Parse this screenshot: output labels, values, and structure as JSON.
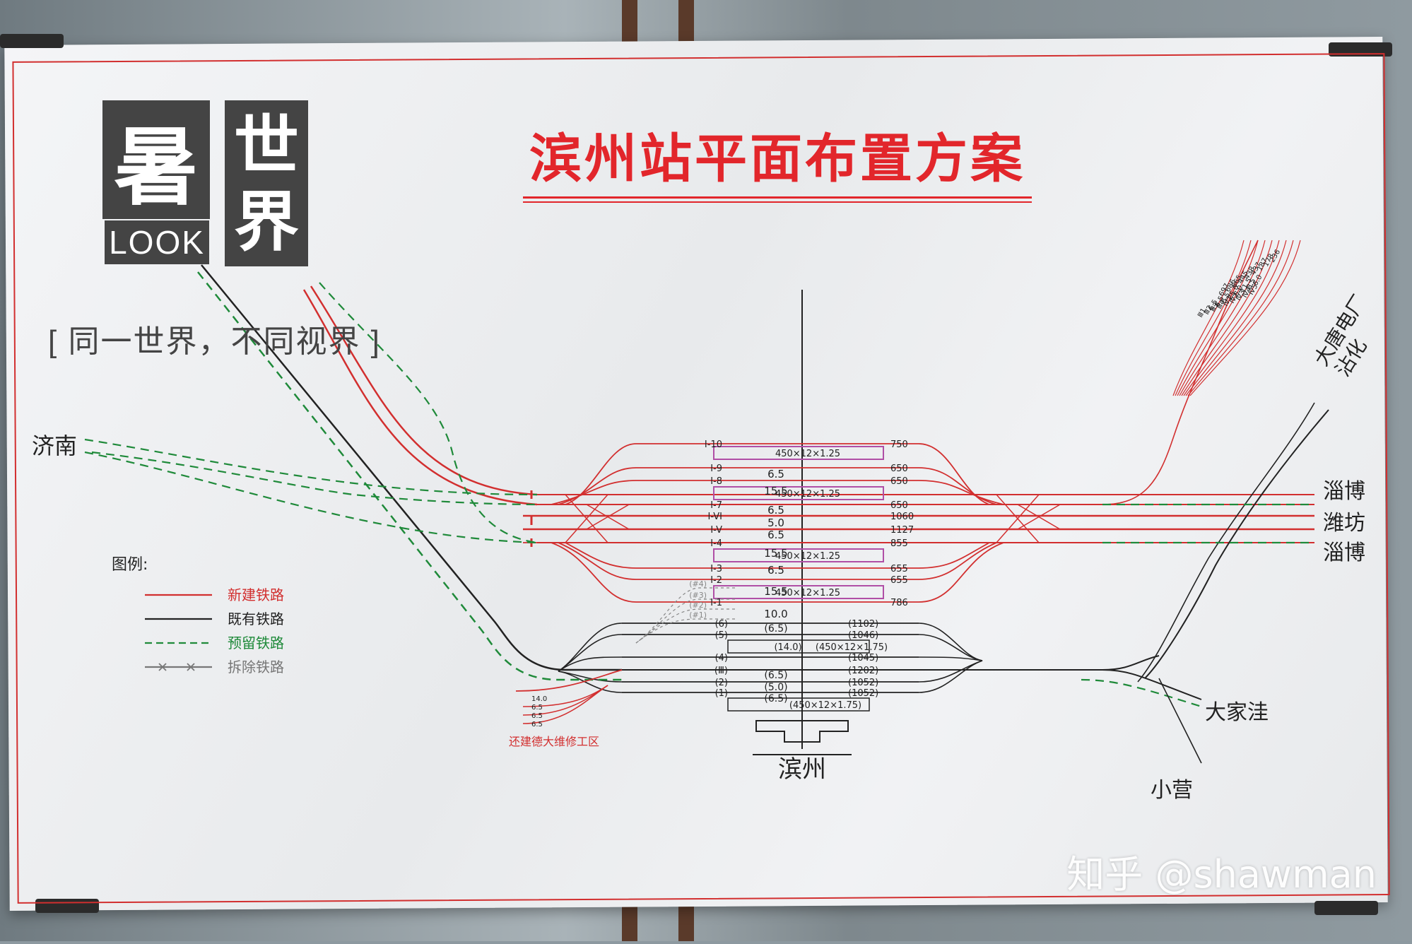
{
  "title": "滨州站平面布置方案",
  "logo": {
    "char_main": "暑",
    "char_world_1": "世",
    "char_world_2": "界",
    "look": "LOOK"
  },
  "slogan": "[ 同一世界，不同视界 ]",
  "watermark": "知乎 @shawman",
  "station_label": "滨州",
  "places": {
    "jinan": "济南",
    "zibo_top": "淄博",
    "weifang": "潍坊",
    "zibo_bottom": "淄博",
    "datang": "大唐电厂",
    "zhanhua": "沾化",
    "dajiawa": "大家洼",
    "xiaoying": "小营"
  },
  "legend": {
    "title": "图例:",
    "items": [
      {
        "label": "新建铁路",
        "color": "#d22f2f",
        "style": "solid"
      },
      {
        "label": "既有铁路",
        "color": "#222222",
        "style": "solid"
      },
      {
        "label": "预留铁路",
        "color": "#1f8a3a",
        "style": "dashed"
      },
      {
        "label": "拆除铁路",
        "color": "#777777",
        "style": "cross"
      }
    ]
  },
  "depot_label": "还建德大维修工区",
  "new_tracks": [
    "I-10",
    "I-9",
    "I-8",
    "I-7",
    "I-VI",
    "I-V",
    "I-4",
    "I-3",
    "I-2",
    "I-1"
  ],
  "new_spacings": [
    "6.5",
    "15.5",
    "6.5",
    "5.0",
    "6.5",
    "15.5",
    "6.5",
    "15.5",
    "10.0"
  ],
  "new_platforms": [
    "450×12×1.25",
    "450×12×1.25",
    "450×12×1.25",
    "450×12×1.25"
  ],
  "new_lengths": [
    "750",
    "650",
    "650",
    "650",
    "1060",
    "1127",
    "855",
    "655",
    "655",
    "786"
  ],
  "old_tracks": [
    "(6)",
    "(5)",
    "(4)",
    "(Ⅲ)",
    "(2)",
    "(1)"
  ],
  "old_spacings": [
    "(6.5)",
    "(14.0)",
    "(6.5)",
    "(5.0)",
    "(6.5)"
  ],
  "old_platforms": [
    "(450×12×1.75)",
    "(450×12×1.75)"
  ],
  "old_lengths": [
    "(1102)",
    "(1046)",
    "(1045)",
    "(1202)",
    "(1052)",
    "(1052)"
  ],
  "removed_tracks": [
    "(#4)",
    "(#3)",
    "(#2)",
    "(#1)"
  ],
  "branch_codes": [
    "Ⅲ1",
    "Ⅲ2",
    "Ⅲ3",
    "Ⅲ4",
    "Ⅳ1",
    "Ⅳ2",
    "Ⅳ3",
    "Ⅳ4",
    "Ⅳ5"
  ],
  "branch_spacings": [
    "6.5",
    "6.5",
    "6.5",
    "25.0",
    "6.0",
    "11.5",
    "8.5",
    "6.0"
  ],
  "branch_lengths": [
    "697",
    "686",
    "665",
    "445",
    "438",
    "437",
    "187",
    "178",
    "236"
  ],
  "depot_values": [
    "14.0",
    "6.5",
    "6.5",
    "6.5"
  ],
  "colors": {
    "new": "#d22f2f",
    "existing": "#222222",
    "reserved": "#1f8a3a",
    "removed": "#888888",
    "platform": "#b04fa6",
    "title": "#e2262b"
  }
}
